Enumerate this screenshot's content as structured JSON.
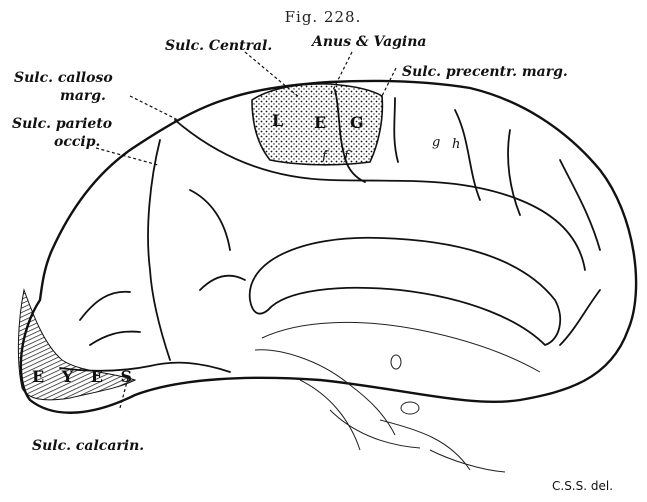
{
  "figure": {
    "caption": "Fig. 228.",
    "credit": "C.S.S. del."
  },
  "labels": {
    "sulc_central": "Sulc. Central.",
    "anus_vagina": "Anus & Vagina",
    "sulc_calloso_1": "Sulc. calloso",
    "sulc_calloso_2": "marg.",
    "sulc_precentr": "Sulc. precentr. marg.",
    "sulc_parieto_1": "Sulc. parieto",
    "sulc_parieto_2": "occip.",
    "sulc_calcarin": "Sulc. calcarin."
  },
  "region_letters": {
    "L": "L",
    "E": "E",
    "G": "G",
    "f1": "f",
    "f2": "f",
    "g": "g",
    "h": "h",
    "eyes": "E Y E S"
  },
  "colors": {
    "ink": "#111111",
    "paper": "#ffffff"
  }
}
